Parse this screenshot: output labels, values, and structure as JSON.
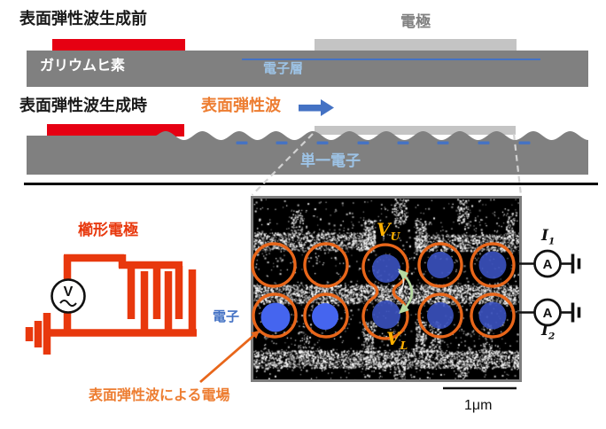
{
  "colors": {
    "bar_red": "#e60012",
    "idt_red": "#e8380d",
    "substrate_gray": "#808080",
    "electrode_gray": "#c4c4c4",
    "wire_blue": "#4472c4",
    "light_blue": "#9dc3e6",
    "saw_orange": "#ed7d31",
    "circle_orange": "#e8661a",
    "gate_label_yellow": "#ffb000",
    "arrow_green": "#b5dba0",
    "electron_bright_blue": "#4565ef",
    "electron_dim_blue": "#3b53c0"
  },
  "before_section": {
    "title": "表面弾性波生成前",
    "electrode_label": "電極",
    "substrate_label": "ガリウムヒ素",
    "electron_layer_label": "電子層"
  },
  "during_section": {
    "title": "表面弾性波生成時",
    "saw_label": "表面弾性波",
    "single_electron_label": "単一電子"
  },
  "device_section": {
    "idt_label": "櫛形電極",
    "voltage_symbol": "V",
    "electron_label": "電子",
    "field_label": "表面弾性波による電場",
    "vu": {
      "base": "V",
      "sub": "U"
    },
    "vl": {
      "base": "V",
      "sub": "L"
    },
    "i1": {
      "base": "I",
      "sub": "1"
    },
    "i2": {
      "base": "I",
      "sub": "2"
    },
    "ammeter_symbol": "A",
    "scale_label": "1μm"
  }
}
